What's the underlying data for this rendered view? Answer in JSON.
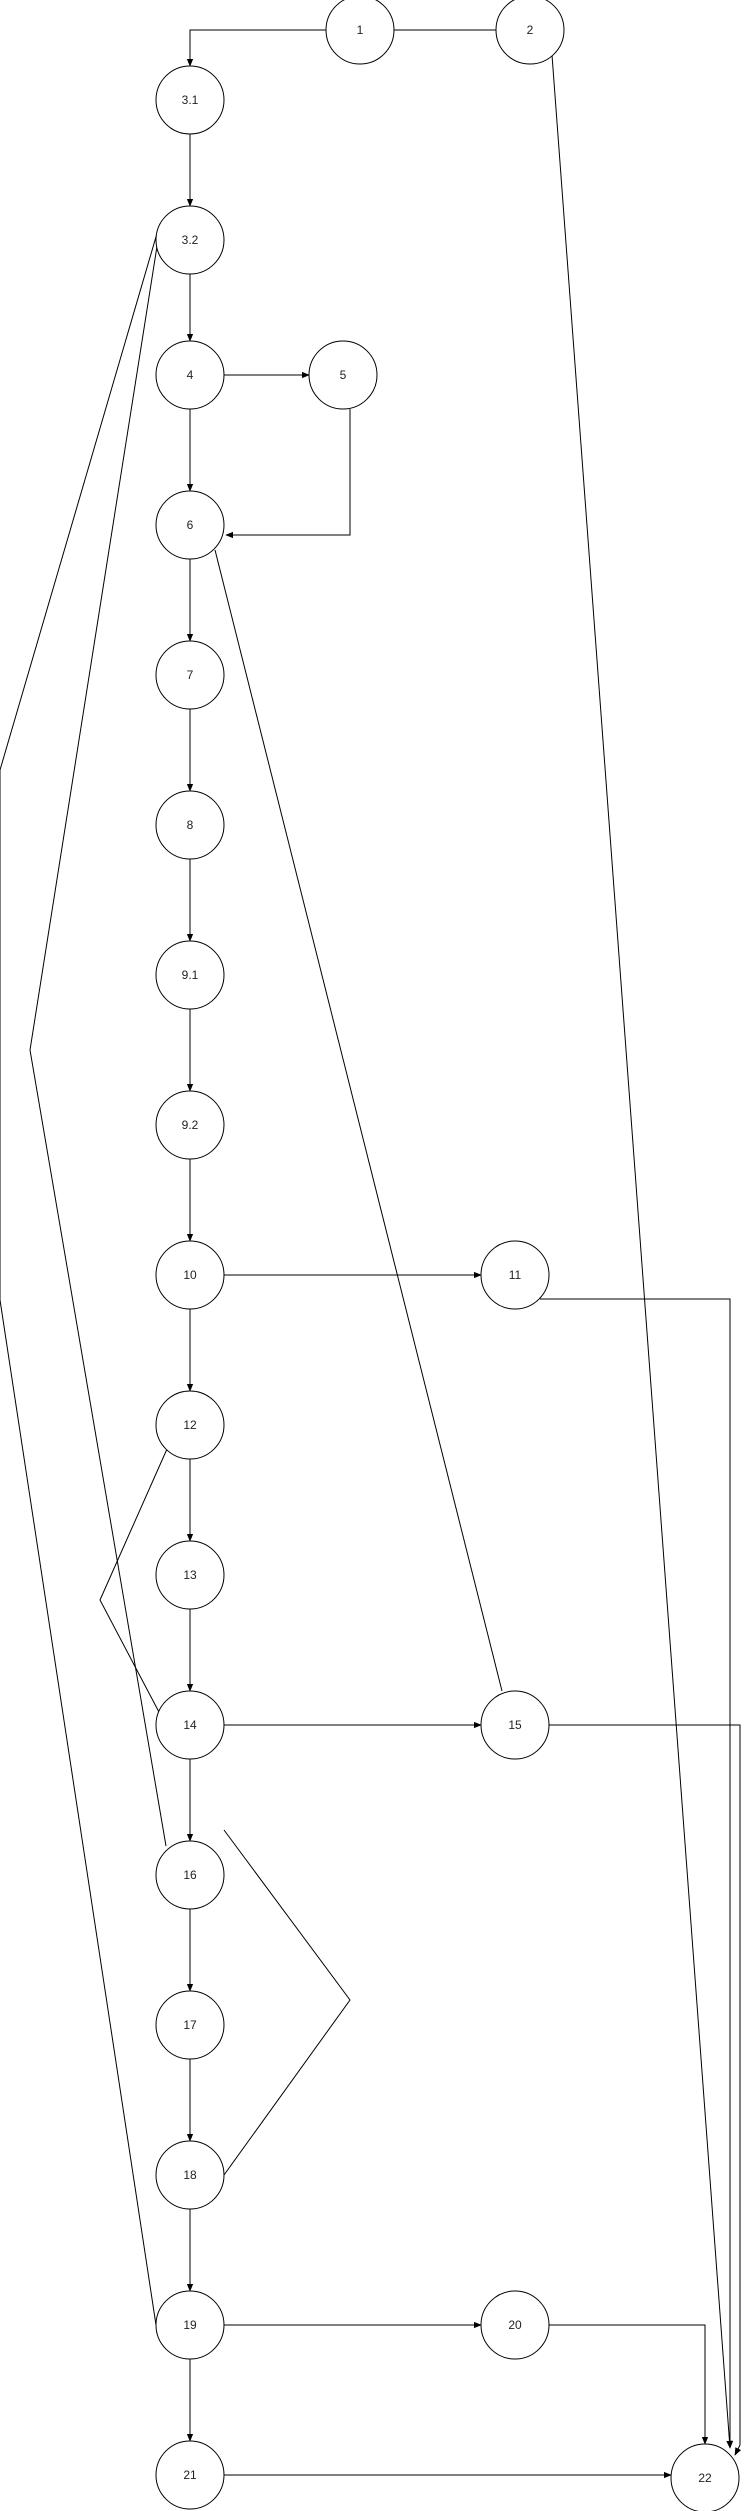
{
  "diagram": {
    "nodes": [
      {
        "id": "n1",
        "label": "1"
      },
      {
        "id": "n2",
        "label": "2"
      },
      {
        "id": "n31",
        "label": "3.1"
      },
      {
        "id": "n32",
        "label": "3.2"
      },
      {
        "id": "n4",
        "label": "4"
      },
      {
        "id": "n5",
        "label": "5"
      },
      {
        "id": "n6",
        "label": "6"
      },
      {
        "id": "n7",
        "label": "7"
      },
      {
        "id": "n8",
        "label": "8"
      },
      {
        "id": "n91",
        "label": "9.1"
      },
      {
        "id": "n92",
        "label": "9.2"
      },
      {
        "id": "n10",
        "label": "10"
      },
      {
        "id": "n11",
        "label": "11"
      },
      {
        "id": "n12",
        "label": "12"
      },
      {
        "id": "n13",
        "label": "13"
      },
      {
        "id": "n14",
        "label": "14"
      },
      {
        "id": "n15",
        "label": "15"
      },
      {
        "id": "n16",
        "label": "16"
      },
      {
        "id": "n17",
        "label": "17"
      },
      {
        "id": "n18",
        "label": "18"
      },
      {
        "id": "n19",
        "label": "19"
      },
      {
        "id": "n20",
        "label": "20"
      },
      {
        "id": "n21",
        "label": "21"
      },
      {
        "id": "n22",
        "label": "22"
      }
    ],
    "edges": [
      {
        "from": "n1",
        "to": "n31",
        "arrow": true
      },
      {
        "from": "n1",
        "to": "n2",
        "arrow": false
      },
      {
        "from": "n2",
        "to": "n22",
        "arrow": true
      },
      {
        "from": "n31",
        "to": "n32",
        "arrow": true
      },
      {
        "from": "n32",
        "to": "n4",
        "arrow": true
      },
      {
        "from": "n4",
        "to": "n5",
        "arrow": true
      },
      {
        "from": "n4",
        "to": "n6",
        "arrow": true
      },
      {
        "from": "n5",
        "to": "n6",
        "arrow": true
      },
      {
        "from": "n6",
        "to": "n7",
        "arrow": true
      },
      {
        "from": "n7",
        "to": "n8",
        "arrow": true
      },
      {
        "from": "n8",
        "to": "n91",
        "arrow": true
      },
      {
        "from": "n91",
        "to": "n92",
        "arrow": true
      },
      {
        "from": "n92",
        "to": "n10",
        "arrow": true
      },
      {
        "from": "n10",
        "to": "n11",
        "arrow": true
      },
      {
        "from": "n10",
        "to": "n12",
        "arrow": true
      },
      {
        "from": "n11",
        "to": "n22",
        "arrow": true
      },
      {
        "from": "n12",
        "to": "n13",
        "arrow": true
      },
      {
        "from": "n12",
        "to": "n14",
        "arrow": false
      },
      {
        "from": "n13",
        "to": "n14",
        "arrow": true
      },
      {
        "from": "n14",
        "to": "n15",
        "arrow": true
      },
      {
        "from": "n14",
        "to": "n16",
        "arrow": true
      },
      {
        "from": "n15",
        "to": "n6",
        "arrow": false
      },
      {
        "from": "n15",
        "to": "n22",
        "arrow": true
      },
      {
        "from": "n16",
        "to": "n17",
        "arrow": true
      },
      {
        "from": "n16",
        "to": "n18",
        "arrow": false
      },
      {
        "from": "n16",
        "to": "n32",
        "arrow": false
      },
      {
        "from": "n17",
        "to": "n18",
        "arrow": true
      },
      {
        "from": "n18",
        "to": "n19",
        "arrow": true
      },
      {
        "from": "n19",
        "to": "n20",
        "arrow": true
      },
      {
        "from": "n19",
        "to": "n21",
        "arrow": true
      },
      {
        "from": "n19",
        "to": "n32",
        "arrow": false
      },
      {
        "from": "n20",
        "to": "n22",
        "arrow": true
      },
      {
        "from": "n21",
        "to": "n22",
        "arrow": true
      }
    ]
  }
}
